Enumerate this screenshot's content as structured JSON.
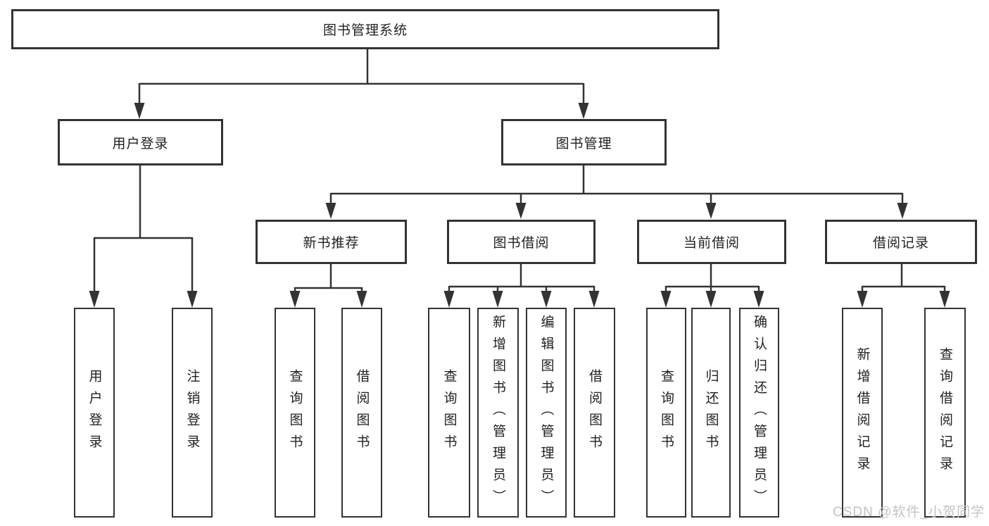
{
  "colors": {
    "line": "#333333",
    "box_border": "#333333",
    "text": "#1f1f1f",
    "background": "#ffffff",
    "watermark": "#c3c3c3"
  },
  "tree": {
    "root": {
      "label": "图书管理系统",
      "children": [
        {
          "label": "用户登录",
          "children": [
            {
              "label": "用户登录"
            },
            {
              "label": "注销登录"
            }
          ]
        },
        {
          "label": "图书管理",
          "children": [
            {
              "label": "新书推荐",
              "children": [
                {
                  "label": "查询图书"
                },
                {
                  "label": "借阅图书"
                }
              ]
            },
            {
              "label": "图书借阅",
              "children": [
                {
                  "label": "查询图书"
                },
                {
                  "label": "新增图书（管理员）"
                },
                {
                  "label": "编辑图书（管理员）"
                },
                {
                  "label": "借阅图书"
                }
              ]
            },
            {
              "label": "当前借阅",
              "children": [
                {
                  "label": "查询图书"
                },
                {
                  "label": "归还图书"
                },
                {
                  "label": "确认归还（管理员）"
                }
              ]
            },
            {
              "label": "借阅记录",
              "children": [
                {
                  "label": "新增借阅记录"
                },
                {
                  "label": "查询借阅记录"
                }
              ]
            }
          ]
        }
      ]
    }
  },
  "watermark": {
    "text": "CSDN @软件_小贺同学"
  }
}
